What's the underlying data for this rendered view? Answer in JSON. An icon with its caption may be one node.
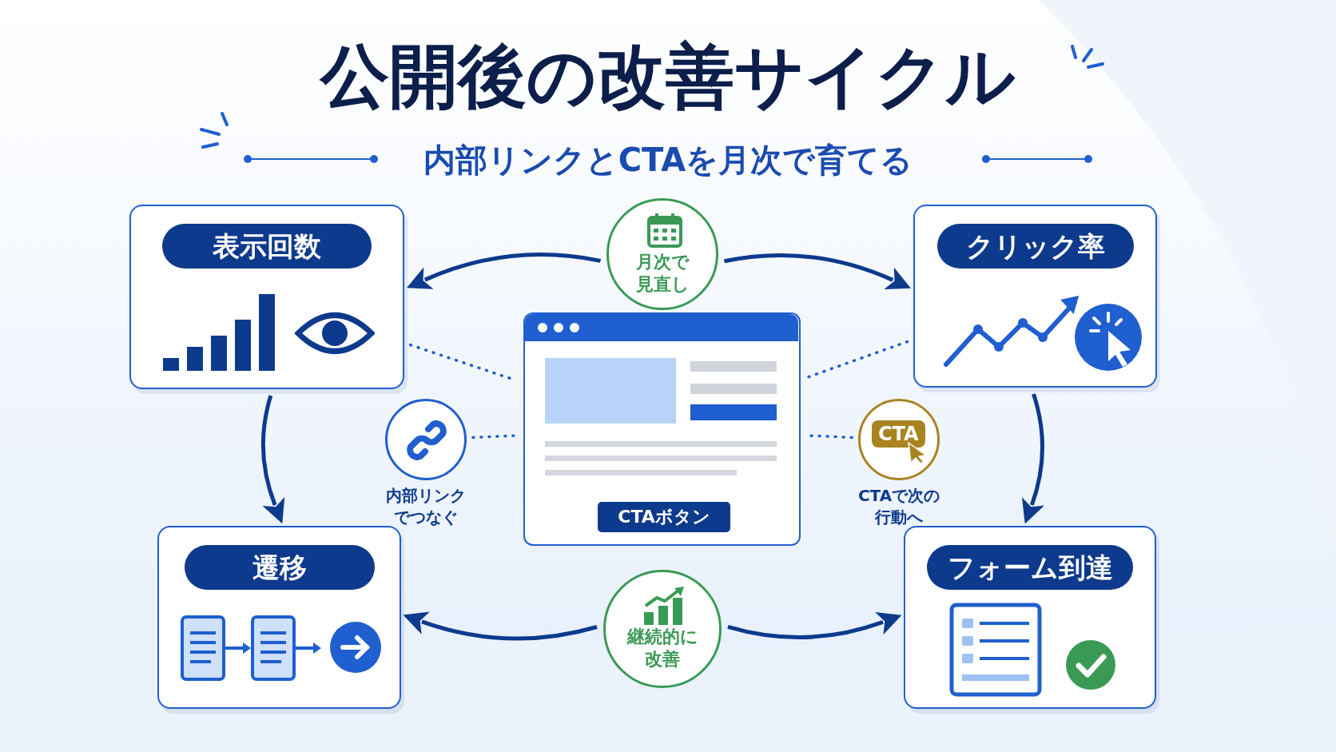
{
  "diagram": {
    "title": "公開後の改善サイクル",
    "nodes": [
      {
        "text": [
          "表示回数"
        ]
      },
      {
        "text": [
          "クリック率"
        ]
      },
      {
        "text": [
          "遷移"
        ]
      },
      {
        "text": [
          "フォーム到達"
        ]
      },
      {
        "text": [],
        "shape": "box"
      },
      {
        "text": [
          "月次で見直し"
        ]
      },
      {
        "text": [
          "継続的に改善"
        ]
      },
      {
        "text": [
          "内部リンクでつなぐ"
        ]
      },
      {
        "text": [
          "CTA",
          "CTAで次の行動へ"
        ]
      },
      {
        "text": [
          "CTAボタン"
        ],
        "in": 4
      }
    ],
    "edges": [
      {
        "from": 5,
        "to": 0,
        "arrow": "to"
      },
      {
        "from": 5,
        "to": 1,
        "arrow": "to"
      },
      {
        "from": 0,
        "to": 2,
        "arrow": "to"
      },
      {
        "from": 1,
        "to": 3,
        "arrow": "to"
      },
      {
        "from": 6,
        "to": 2,
        "arrow": "to"
      },
      {
        "from": 6,
        "to": 3,
        "arrow": "to"
      },
      {
        "from": 0,
        "to": 4,
        "arrow": "none",
        "style": "dashed",
        "color": "#1f5fcf"
      },
      {
        "from": 1,
        "to": 4,
        "arrow": "none",
        "style": "dashed",
        "color": "#1f5fcf"
      },
      {
        "from": 7,
        "to": 4,
        "arrow": "none",
        "style": "dashed",
        "color": "#1f5fcf"
      },
      {
        "from": 8,
        "to": 4,
        "arrow": "none",
        "style": "dashed",
        "color": "#1f5fcf"
      }
    ],
    "labels": [
      "内部リンクとCTAを月次で育てる"
    ]
  }
}
